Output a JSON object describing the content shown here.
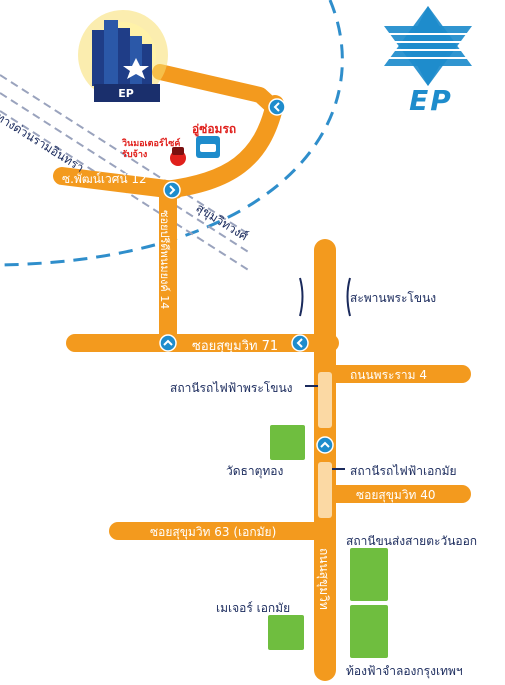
{
  "brand": {
    "name": "EP",
    "logo_color": "#1e8ccc",
    "badge_text": "EP"
  },
  "colors": {
    "road": "#f39a1e",
    "road_text": "#ffffff",
    "label_text": "#1a2a5c",
    "accent_red": "#e0201c",
    "park": "#6fbe3f",
    "station": "#fbd9a4",
    "ring_line": "#2f8ecb",
    "expressway_line": "#9aa3bd",
    "chevron": "#1e8ccc"
  },
  "labels": {
    "expressway": "ทางด่วนรามอินทรา",
    "sukhumvit": "สุขุมวิทวงศ์",
    "soi_phatthana": "ซ.พัฒน์เวศน์ 12",
    "soi_preedee": "ซอยปรีดีพนมยงค์ 14",
    "soi_71": "ซอยสุขุมวิท 71",
    "soi_63": "ซอยสุขุมวิท 63 (เอกมัย)",
    "soi_40": "ซอยสุขุมวิท 40",
    "rama4": "ถนนพระราม 4",
    "bridge": "สะพานพระโขนง",
    "sukhumvit_road": "ถนนสุขุมวิท",
    "station_phra_khanong": "สถานีรถไฟฟ้าพระโขนง",
    "station_ekkamai": "สถานีรถไฟฟ้าเอกมัย",
    "temple": "วัดธาตุทอง",
    "bus_terminal": "สถานีขนส่งสายตะวันออก",
    "major": "เมเจอร์ เอกมัย",
    "planetarium": "ท้องฟ้าจำลองกรุงเทพฯ",
    "garage": "อู่ซ่อมรถ",
    "motorbike": "วินมอเตอร์ไซค์ รับจ้าง"
  },
  "icons": {
    "chevron": "chevron-up-icon",
    "garage": "car-repair-icon",
    "motorbike": "motorcycle-icon",
    "building": "building-icon"
  }
}
